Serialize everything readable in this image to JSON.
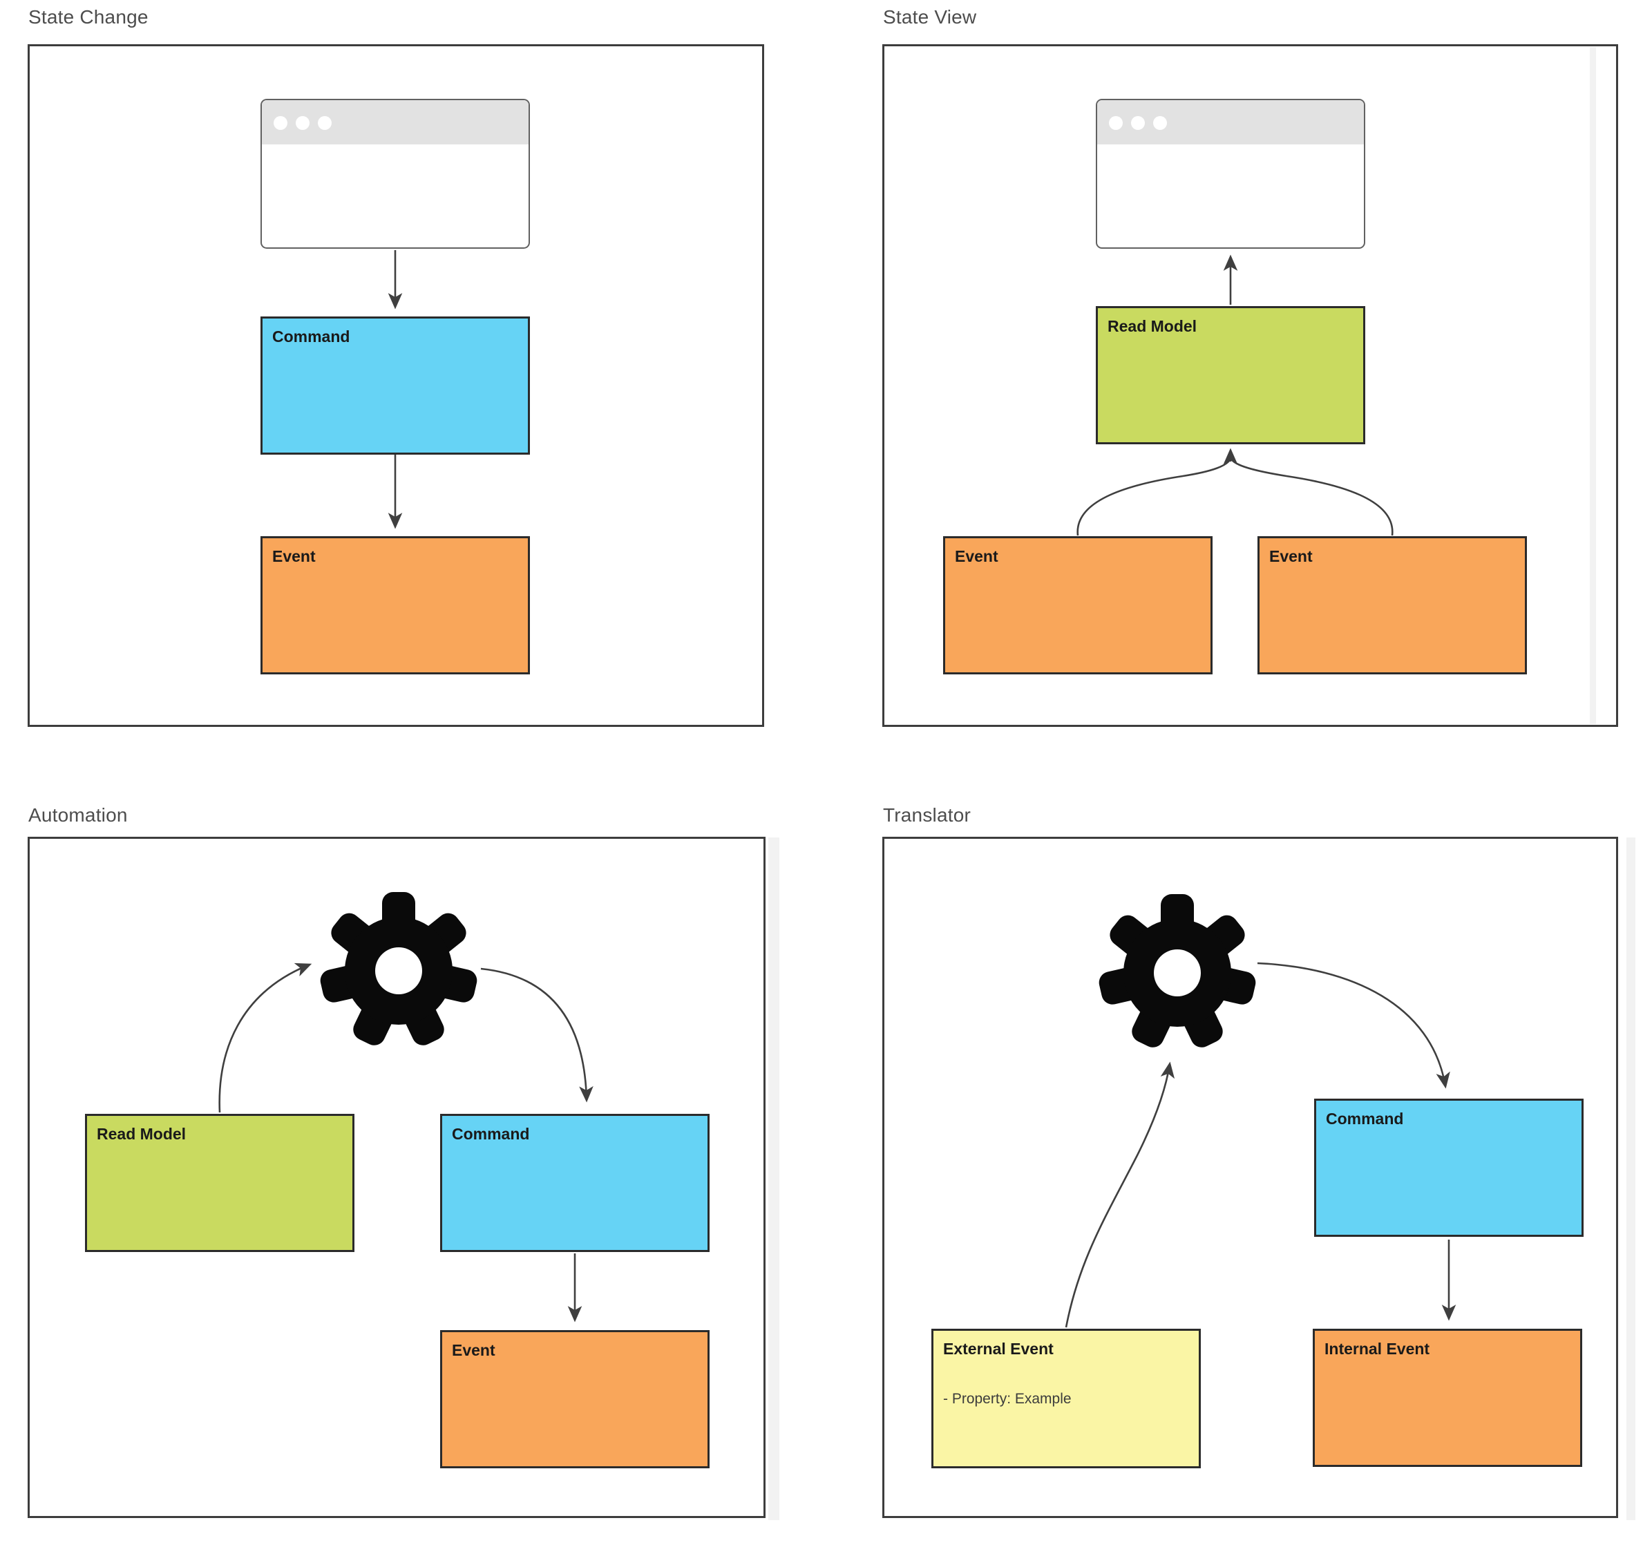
{
  "colors": {
    "command": "#66d3f5",
    "event": "#f9a65a",
    "read_model": "#c9da60",
    "external_event": "#faf5a5",
    "box_border": "#2b2b2b",
    "panel_border": "#3d3d3d",
    "arrow": "#3f3f3f",
    "gear": "#0a0a0a",
    "title_text": "#4d4d4d",
    "label_text": "#1a1a1a",
    "browser_header": "#e2e2e2",
    "browser_border": "#616161"
  },
  "panels": {
    "state_change": {
      "title": "State Change",
      "command_label": "Command",
      "event_label": "Event"
    },
    "state_view": {
      "title": "State View",
      "read_model_label": "Read Model",
      "event_left_label": "Event",
      "event_right_label": "Event"
    },
    "automation": {
      "title": "Automation",
      "read_model_label": "Read Model",
      "command_label": "Command",
      "event_label": "Event"
    },
    "translator": {
      "title": "Translator",
      "command_label": "Command",
      "external_event_label": "External Event",
      "external_event_property": "- Property: Example",
      "internal_event_label": "Internal Event"
    }
  }
}
